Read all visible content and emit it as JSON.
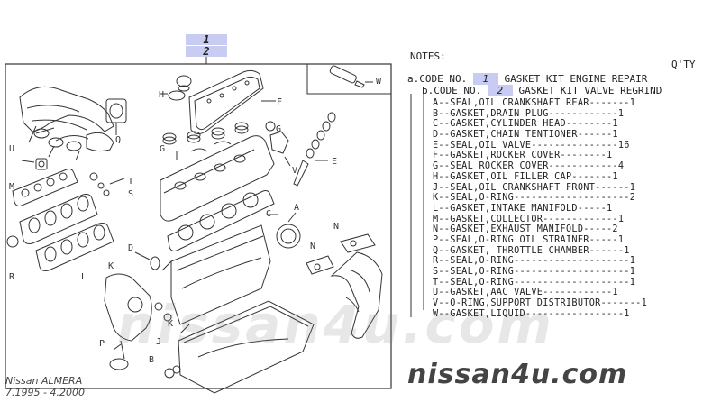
{
  "callouts": {
    "top": "1",
    "bottom": "2"
  },
  "notes": {
    "title": "NOTES:",
    "qty_header": "Q'TY",
    "code_a": {
      "prefix": "a.CODE NO.",
      "code": "1",
      "desc": "GASKET KIT ENGINE REPAIR"
    },
    "code_b": {
      "prefix": "b.CODE NO.",
      "code": "2",
      "desc": "GASKET KIT VALVE REGRIND"
    },
    "items": [
      {
        "letter": "A",
        "text": "A--SEAL,OIL CRANKSHAFT REAR-------1"
      },
      {
        "letter": "B",
        "text": "B--GASKET,DRAIN PLUG------------1"
      },
      {
        "letter": "C",
        "text": "C--GASKET,CYLINDER HEAD--------1"
      },
      {
        "letter": "D",
        "text": "D--GASKET,CHAIN TENTIONER------1"
      },
      {
        "letter": "E",
        "text": "E--SEAL,OIL VALVE---------------16"
      },
      {
        "letter": "F",
        "text": "F--GASKET,ROCKER COVER--------1"
      },
      {
        "letter": "G",
        "text": "G--SEAL ROCKER COVER------------4"
      },
      {
        "letter": "H",
        "text": "H--GASKET,OIL FILLER CAP-------1"
      },
      {
        "letter": "J",
        "text": "J--SEAL,OIL CRANKSHAFT FRONT------1"
      },
      {
        "letter": "K",
        "text": "K--SEAL,O-RING--------------------2"
      },
      {
        "letter": "L",
        "text": "L--GASKET,INTAKE MANIFOLD-----1"
      },
      {
        "letter": "M",
        "text": "M--GASKET,COLLECTOR-------------1"
      },
      {
        "letter": "N",
        "text": "N--GASKET,EXHAUST MANIFOLD-----2"
      },
      {
        "letter": "P",
        "text": "P--SEAL,O-RING OIL STRAINER-----1"
      },
      {
        "letter": "Q",
        "text": "Q--GASKET, THROTTLE CHAMBER------1"
      },
      {
        "letter": "R",
        "text": "R--SEAL,O-RING--------------------1"
      },
      {
        "letter": "S",
        "text": "S--SEAL,O-RING--------------------1"
      },
      {
        "letter": "T",
        "text": "T--SEAL,O-RING--------------------1"
      },
      {
        "letter": "U",
        "text": "U--GASKET,AAC VALVE------------1"
      },
      {
        "letter": "V",
        "text": "V--O-RING,SUPPORT DISTRIBUTOR-------1"
      },
      {
        "letter": "W",
        "text": "W--GASKET,LIQUID-----------------1"
      }
    ]
  },
  "part_labels": [
    "A",
    "B",
    "C",
    "D",
    "E",
    "F",
    "G",
    "H",
    "J",
    "K",
    "L",
    "M",
    "N",
    "P",
    "Q",
    "R",
    "S",
    "T",
    "U",
    "V",
    "W"
  ],
  "model": {
    "name": "Nissan ALMERA",
    "dates": "7.1995 - 4.2000"
  },
  "watermark": "nissan4u.com",
  "colors": {
    "highlight": "#c9ccf2",
    "line": "#333333"
  }
}
